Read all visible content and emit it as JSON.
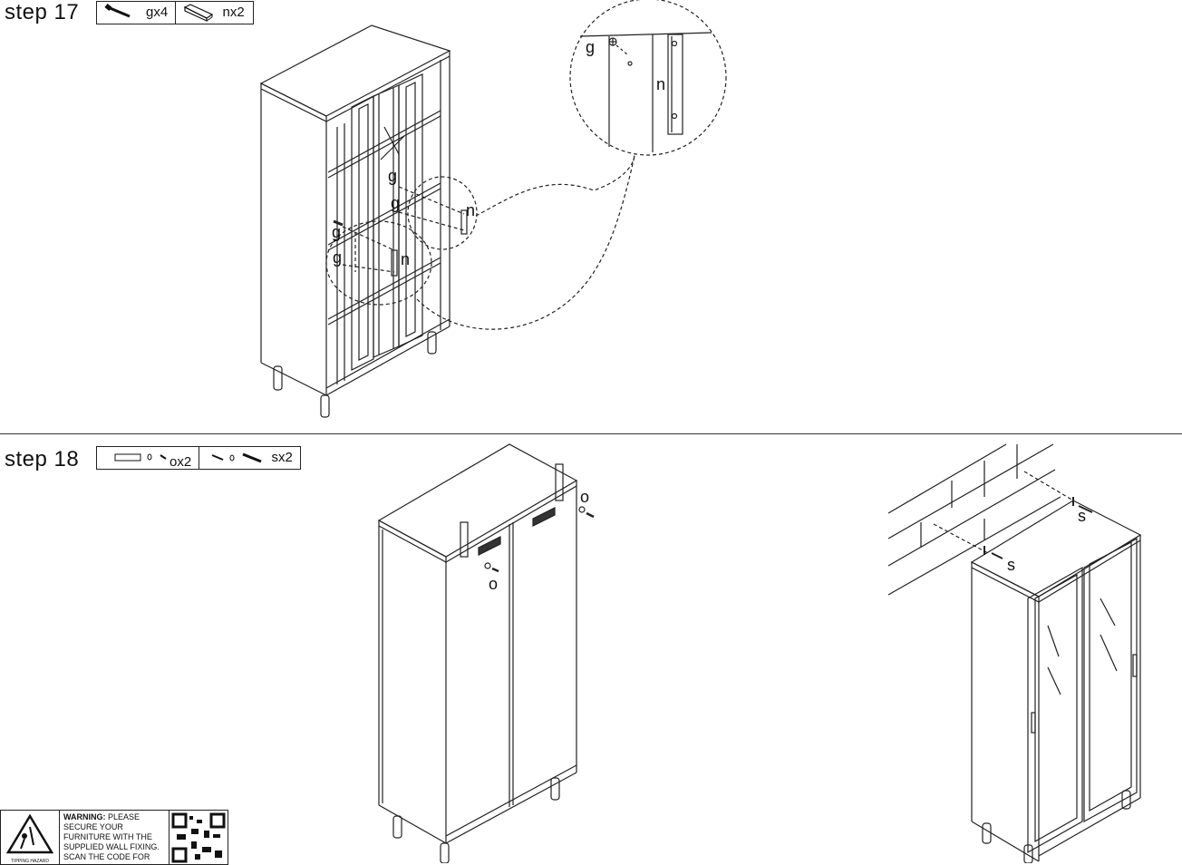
{
  "step17": {
    "title": "step 17",
    "parts": [
      {
        "icon": "screw-icon",
        "label": "gx4"
      },
      {
        "icon": "bracket-icon",
        "label": "nx2"
      }
    ],
    "callouts": {
      "g": "g",
      "n": "n"
    }
  },
  "step18": {
    "title": "step 18",
    "parts": [
      {
        "icon": "wall-strap-icon",
        "label": "ox2"
      },
      {
        "icon": "anchor-screw-icon",
        "label": "sx2"
      }
    ],
    "callouts": {
      "o": "o",
      "s": "s"
    }
  },
  "warning": {
    "heading": "WARNING:",
    "text": "PLEASE SECURE YOUR FURNITURE WITH THE SUPPLIED WALL FIXING. SCAN THE CODE FOR",
    "icon_caption": "TIPPING HAZARD"
  }
}
